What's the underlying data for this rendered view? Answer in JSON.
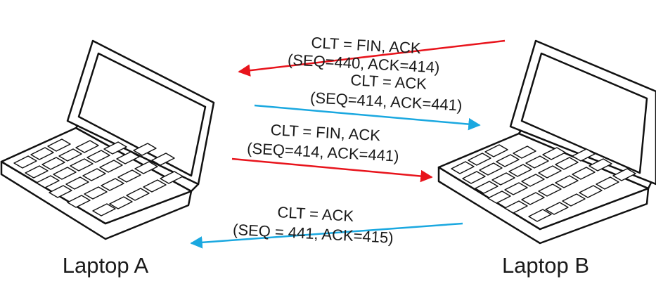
{
  "devices": {
    "a": {
      "label": "Laptop A"
    },
    "b": {
      "label": "Laptop B"
    }
  },
  "messages": [
    {
      "flag": "CLT = FIN, ACK",
      "numbers": "(SEQ=440, ACK=414)",
      "direction": "B-to-A",
      "color": "#e8141c"
    },
    {
      "flag": "CLT = ACK",
      "numbers": "(SEQ=414, ACK=441)",
      "direction": "A-to-B",
      "color": "#1aa8e0"
    },
    {
      "flag": "CLT = FIN, ACK",
      "numbers": "(SEQ=414, ACK=441)",
      "direction": "A-to-B",
      "color": "#e8141c"
    },
    {
      "flag": "CLT = ACK",
      "numbers": "(SEQ = 441, ACK=415)",
      "direction": "B-to-A",
      "color": "#1aa8e0"
    }
  ]
}
